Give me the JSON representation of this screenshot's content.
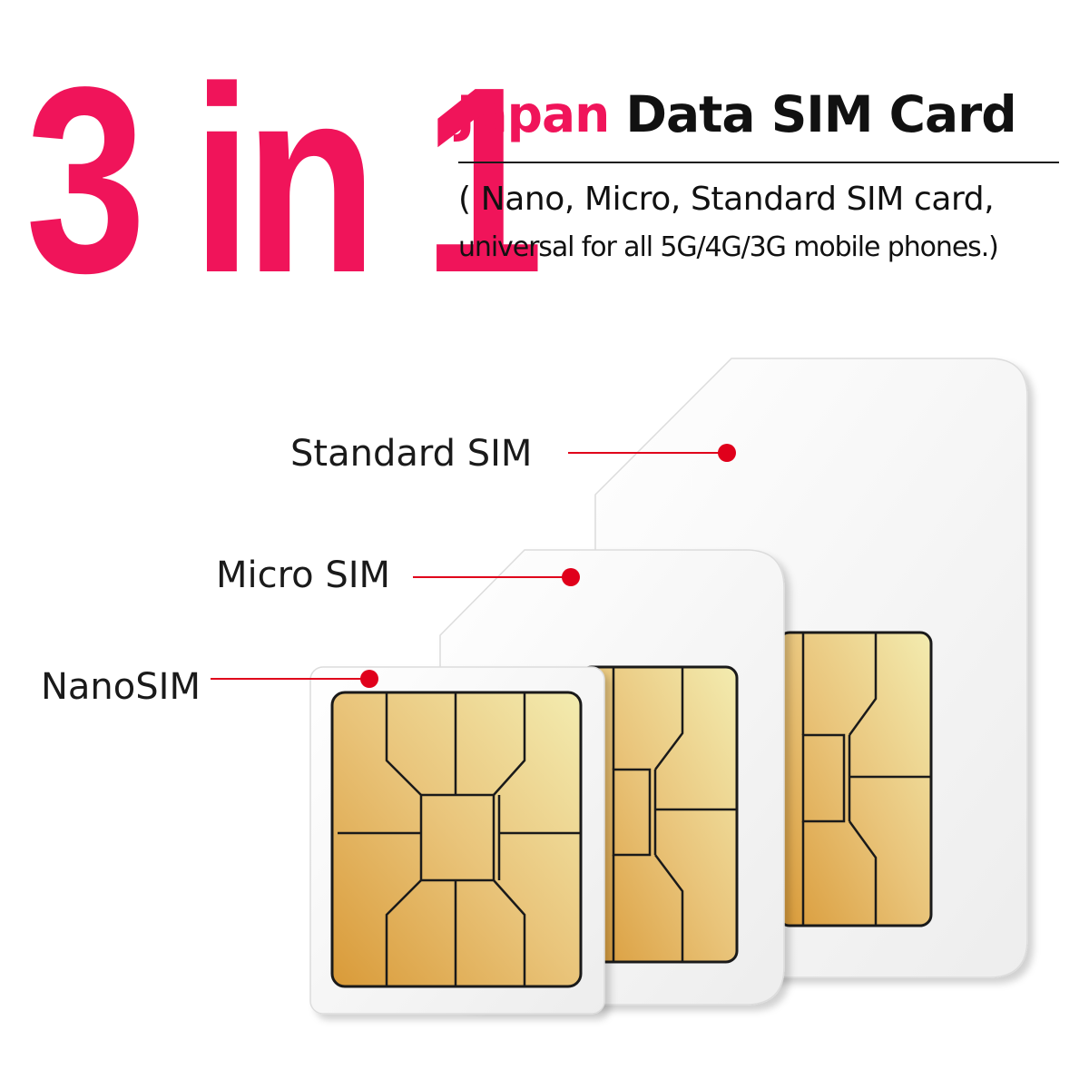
{
  "hero": {
    "text": "3 in 1"
  },
  "headline": {
    "accent": "Japan",
    "rest": " Data SIM Card"
  },
  "subtitle": {
    "line1": "( Nano, Micro, Standard SIM card,",
    "line2": "universal for all 5G/4G/3G mobile phones.)"
  },
  "labels": {
    "standard": "Standard SIM",
    "micro": "Micro SIM",
    "nano": "NanoSIM"
  },
  "colors": {
    "accent": "#f0145a",
    "pointer": "#e0001b",
    "chip": "#e2b864"
  }
}
